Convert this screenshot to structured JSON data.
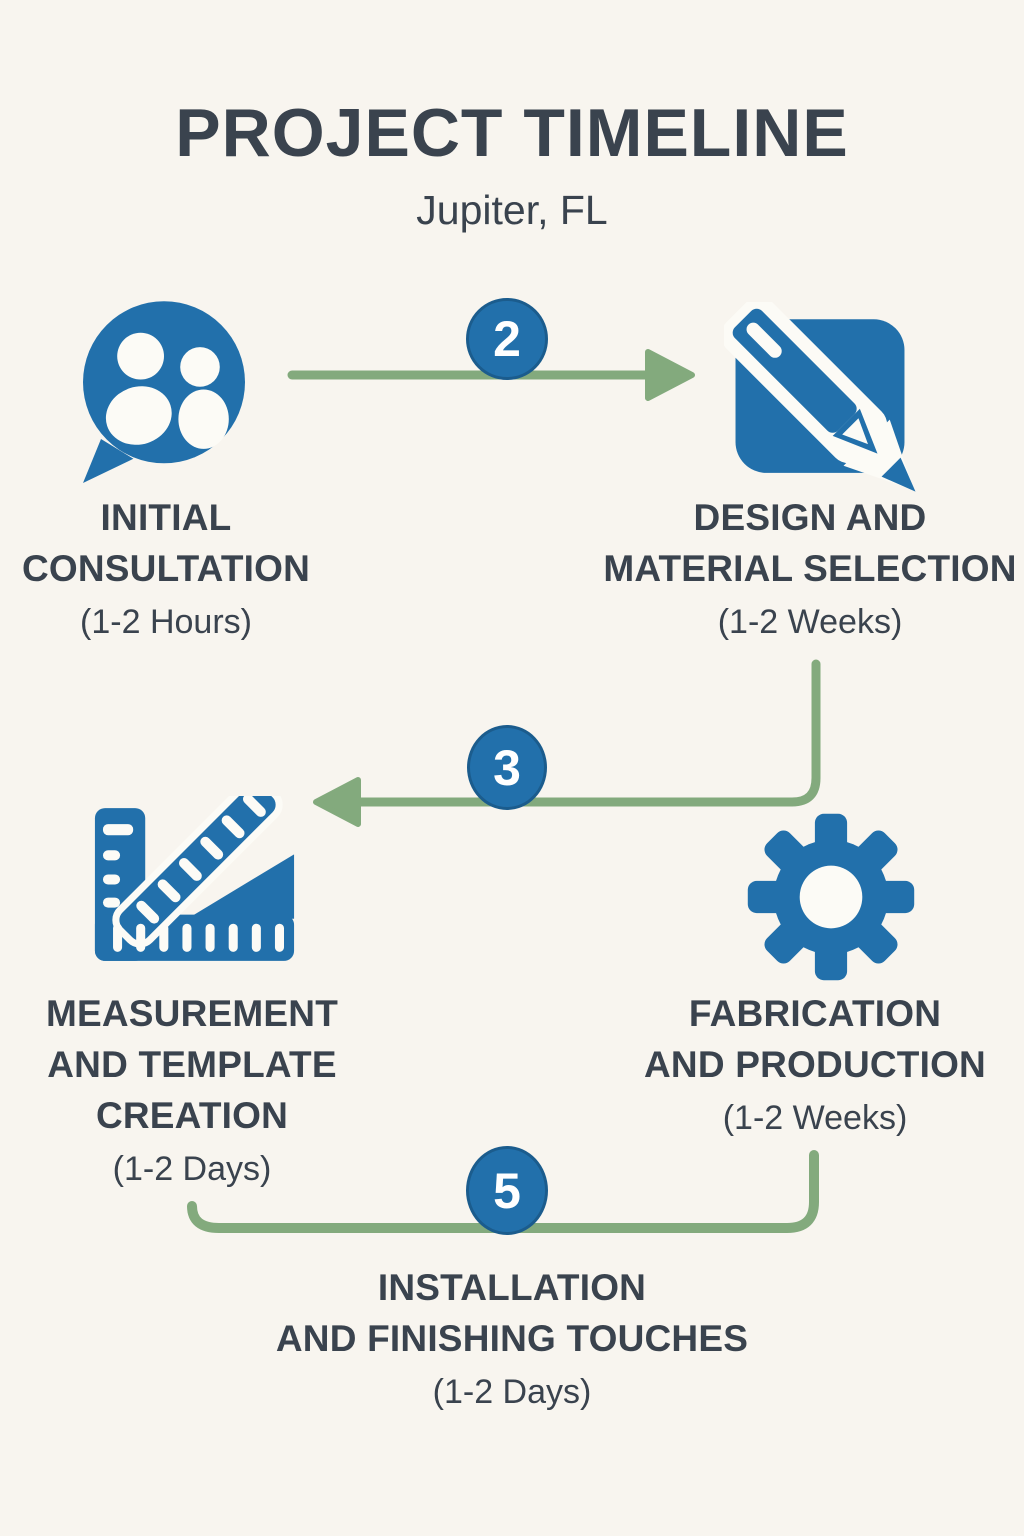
{
  "header": {
    "title": "PROJECT TIMELINE",
    "subtitle": "Jupiter, FL"
  },
  "steps": [
    {
      "icon": "chat-people-icon",
      "lines": [
        "INITIAL",
        "CONSULTATION"
      ],
      "duration": "(1-2 Hours)"
    },
    {
      "icon": "pencil-square-icon",
      "lines": [
        "DESIGN AND",
        "MATERIAL SELECTION"
      ],
      "duration": "(1-2 Weeks)"
    },
    {
      "icon": "measurement-template-icon",
      "lines": [
        "MEASUREMENT",
        "AND TEMPLATE",
        "CREATION"
      ],
      "duration": "(1-2 Days)"
    },
    {
      "icon": "gear-icon",
      "lines": [
        "FABRICATION",
        "AND PRODUCTION"
      ],
      "duration": "(1-2 Weeks)"
    },
    {
      "icon": null,
      "lines": [
        "INSTALLATION",
        "AND FINISHING TOUCHES"
      ],
      "duration": "(1-2 Days)"
    }
  ],
  "connector_badges": [
    {
      "label": "2"
    },
    {
      "label": "3"
    },
    {
      "label": "5"
    }
  ],
  "colors": {
    "background": "#f8f5ef",
    "accent_blue": "#2270ab",
    "badge_border": "#1b5c8d",
    "connector_green": "#83aa7d",
    "text_dark": "#3a434e",
    "icon_cutout": "#fcfbf6"
  }
}
